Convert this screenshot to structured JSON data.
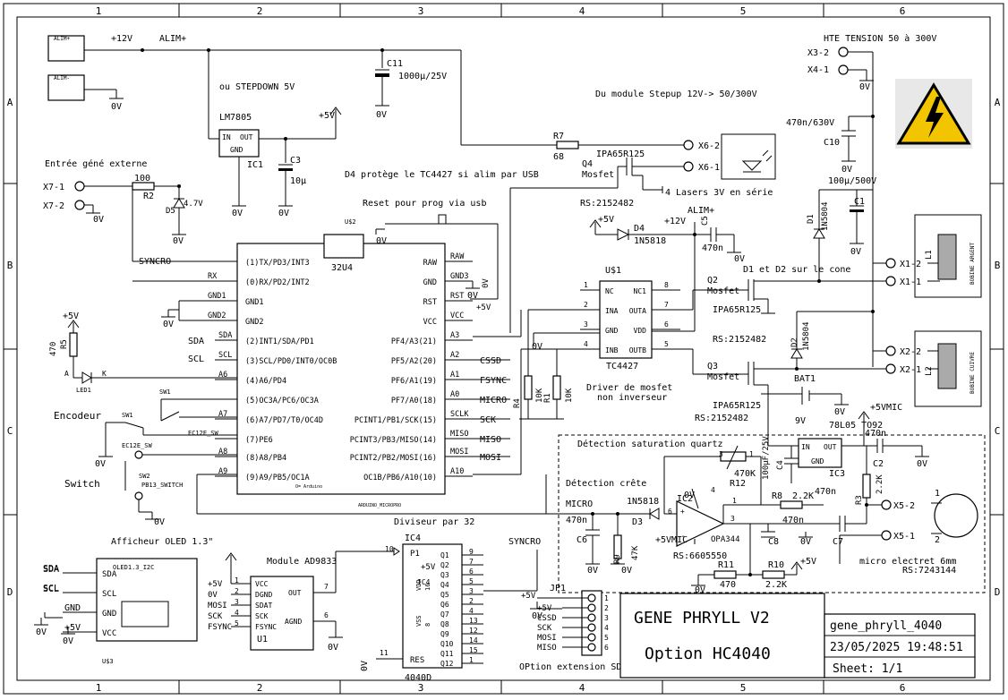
{
  "frame": {
    "cols": [
      "1",
      "2",
      "3",
      "4",
      "5",
      "6"
    ],
    "rows": [
      "A",
      "B",
      "C",
      "D"
    ]
  },
  "power": {
    "alim_plus": "ALIM+",
    "alim_minus": "ALIM-",
    "v12": "+12V",
    "alim_plus_net": "ALIM+",
    "gnd": "0V",
    "v5": "+5V",
    "c11_label": "C11",
    "c11_value": "1000µ/25V",
    "regulator_note": "ou STEPDOWN 5V",
    "regulator": "LM7805",
    "reg_in": "IN",
    "reg_out": "OUT",
    "reg_gnd": "GND",
    "reg_ref": "IC1",
    "c3_label": "C3",
    "c3_value": "10µ"
  },
  "hv": {
    "title": "HTE TENSION 50 à 300V",
    "x3": "X3-2",
    "x4": "X4-1",
    "stepup_note": "Du module Stepup 12V-> 50/300V",
    "c10_value": "470n/630V",
    "c10_label": "C10",
    "c1_value": "100µ/500V",
    "c1_label": "C1",
    "warning_color": "#f2c500"
  },
  "laser": {
    "r7_label": "R7",
    "r7_value": "68",
    "x6_2": "X6-2",
    "x6_1": "X6-1",
    "q4_part": "IPA65R125",
    "q4_label": "Q4",
    "q4_type": "Mosfet",
    "note": "4 Lasers 3V en série",
    "rs": "RS:2152482"
  },
  "gene": {
    "title": "Entrée géné externe",
    "x7_1": "X7-1",
    "x7_2": "X7-2",
    "r2_value": "100",
    "r2_label": "R2",
    "d5_label": "D5",
    "d5_value": "4.7V",
    "usb_note": "D4 protège le TC4427 si alim par USB",
    "reset_note": "Reset pour prog via usb"
  },
  "mcu": {
    "chip_ref": "U$2",
    "chip_name": "32U4",
    "footer": "ARDUINO_MICROPRO",
    "origin_note": "O= Arduino",
    "left_pins": [
      "(1)TX/PD3/INT3",
      "(0)RX/PD2/INT2",
      "GND1",
      "GND2",
      "(2)INT1/SDA/PD1",
      "(3)SCL/PD0/INT0/OC0B",
      "(4)A6/PD4",
      "(5)OC3A/PC6/OC3A",
      "(6)A7/PD7/T0/OC4D",
      "(7)PE6",
      "(8)A8/PB4",
      "(9)A9/PB5/OC1A"
    ],
    "left_nets": [
      "SYNCRO",
      "RX",
      "GND1",
      "GND2",
      "SDA",
      "SCL",
      "A6",
      "",
      "A7",
      "",
      "A8",
      "A9"
    ],
    "right_pins": [
      "RAW",
      "GND",
      "RST",
      "VCC",
      "PF4/A3(21)",
      "PF5/A2(20)",
      "PF6/A1(19)",
      "PF7/A0(18)",
      "PCINT1/PB1/SCK(15)",
      "PCINT3/PB3/MISO(14)",
      "PCINT2/PB2/MOSI(16)",
      "OC1B/PB6/A10(10)"
    ],
    "right_nets": [
      "RAW",
      "GND3",
      "RST",
      "VCC",
      "A3",
      "A2",
      "A1",
      "A0",
      "SCLK",
      "MISO",
      "MOSI",
      "A10"
    ],
    "right_signals": [
      "",
      "",
      "",
      "",
      "",
      "CSSD",
      "FSYNC",
      "MICRO",
      "SCK",
      "MISO",
      "MOSI",
      ""
    ]
  },
  "driver": {
    "ref": "U$1",
    "name": "TC4427",
    "note1": "Driver de mosfet",
    "note2": "non inverseur",
    "left_pins": [
      "NC",
      "INA",
      "GND",
      "INB"
    ],
    "left_nums": [
      "1",
      "2",
      "3",
      "4"
    ],
    "right_pins": [
      "NC1",
      "OUTA",
      "VDD",
      "OUTB"
    ],
    "right_nums": [
      "8",
      "7",
      "6",
      "5"
    ],
    "d4_label": "D4",
    "d4_value": "1N5818",
    "c5_label": "C5",
    "c5_value": "470n",
    "r1_label": "R1",
    "r1_value": "10K",
    "r4_label": "R4",
    "r4_value": "10K"
  },
  "coils": {
    "q2_label": "Q2",
    "q2_type": "Mosfet",
    "q2_part": "IPA65R125",
    "q3_label": "Q3",
    "q3_type": "Mosfet",
    "q3_part": "IPA65R125",
    "rs": "RS:2152482",
    "d1_label": "D1",
    "d1_value": "1N5804",
    "d2_label": "D2",
    "d2_value": "1N5804",
    "cone_note": "D1 et D2 sur le cone",
    "x1_2": "X1-2",
    "x1_1": "X1-1",
    "x2_2": "X2-2",
    "x2_1": "X2-1",
    "l1": "L1",
    "l2": "L2",
    "bobine1": "BOBINE ARGENT",
    "bobine2": "BOBINE CUIVRE"
  },
  "mic": {
    "bat_label": "BAT1",
    "bat_value": "9V",
    "sat_title": "Détection saturation quartz",
    "crest_title": "Détection crête",
    "reg_name": "78L05 TO92",
    "reg_in": "IN",
    "reg_out": "OUT",
    "reg_gnd": "GND",
    "reg_ref": "IC3",
    "vmic": "+5VMIC",
    "r12_label": "R12",
    "r12_value": "470K",
    "c4_label": "C4",
    "c4_value": "100µF/25V",
    "c2_label": "C2",
    "c2_value": "470n",
    "ic2": "IC2",
    "opamp": "OPA344",
    "opamp_rs": "RS:6605550",
    "d3_label": "D3",
    "d3_value": "1N5818",
    "c6_label": "C6",
    "c6_value": "470n",
    "r9_label": "R9",
    "r9_value": "47K",
    "r8_label": "R8",
    "r8_value": "2.2K",
    "c8_label": "C8",
    "c8_value": "470n",
    "c7_label": "C7",
    "c7_value": "470n",
    "r3_label": "R3",
    "r3_value": "2.2K",
    "r11_label": "R11",
    "r11_value": "470",
    "r10_label": "R10",
    "r10_value": "2.2K",
    "x5_2": "X5-2",
    "x5_1": "X5-1",
    "mic_label": "micro electret 6mm",
    "mic_rs": "RS:7243144",
    "micro_net": "MICRO",
    "vmic_opamp": "+5VMIC"
  },
  "ui_misc": {
    "led_label": "LED1",
    "r5_label": "R5",
    "r5_value": "470",
    "encoder": "Encodeur",
    "sw1": "SW1",
    "sw1_part": "EC12E_SW",
    "sw2": "SW2",
    "sw2_part": "PB13_SWITCH",
    "switch": "Switch"
  },
  "oled": {
    "title": "Afficheur OLED 1.3\"",
    "part": "OLED1.3_I2C",
    "ref": "U$3",
    "pins": [
      "SDA",
      "SCL",
      "GND",
      "VCC"
    ],
    "nets": [
      "SDA",
      "SCL",
      "GND",
      "+5V"
    ]
  },
  "ad9833": {
    "title": "Module AD9833",
    "ref": "U1",
    "pins": [
      "VCC",
      "DGND",
      "SDAT",
      "SCK",
      "FSYNC"
    ],
    "nets": [
      "+5V",
      "0V",
      "MOSI",
      "SCK",
      "FSYNC"
    ],
    "out": "OUT",
    "agnd": "AGND"
  },
  "divider": {
    "title": "Diviseur par 32",
    "ref": "IC4",
    "part": "4040D",
    "syncro": "SYNCRO",
    "outs": [
      "Q1",
      "Q2",
      "Q3",
      "Q4",
      "Q5",
      "Q6",
      "Q7",
      "Q8",
      "Q9",
      "Q10",
      "Q11",
      "Q12"
    ],
    "nums": [
      "9",
      "7",
      "6",
      "5",
      "3",
      "2",
      "4",
      "13",
      "12",
      "14",
      "15",
      "1"
    ],
    "p1": "P1",
    "res": "RES"
  },
  "ext": {
    "ref": "JP1",
    "title": "OPtion extension SDCARD",
    "nets": [
      "+5V",
      "CSSD",
      "SCK",
      "MOSI",
      "MISO"
    ],
    "pins": [
      "1",
      "2",
      "3",
      "4",
      "5",
      "6"
    ]
  },
  "title_block": {
    "project": "GENE PHRYLL V2",
    "option": "Option HC4040",
    "file": "gene_phryll_4040",
    "date": "23/05/2025 19:48:51",
    "sheet": "Sheet: 1/1"
  }
}
